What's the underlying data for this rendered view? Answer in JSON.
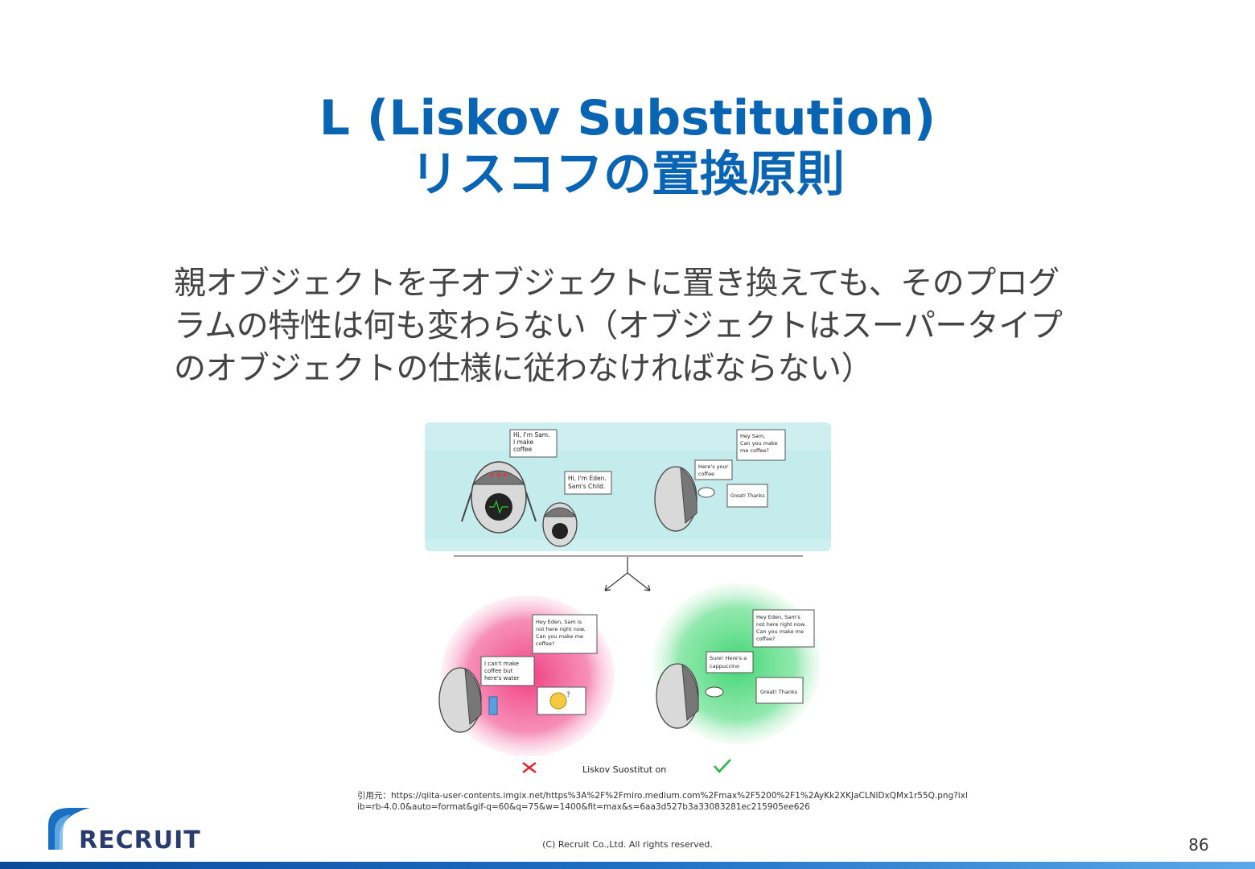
{
  "slide": {
    "title_line1": "L (Liskov Substitution)",
    "title_line2": "リスコフの置換原則",
    "body": "親オブジェクトを子オブジェクトに置き換えても、そのプログラムの特性は何も変わらない（オブジェクトはスーパータイプのオブジェクトの仕様に従わなければならない）",
    "citation": "引用元：https://qiita-user-contents.imgix.net/https%3A%2F%2Fmiro.medium.com%2Fmax%2F5200%2F1%2AyKk2XKJaCLNlDxQMx1r55Q.png?ixlib=rb-4.0.0&auto=format&gif-q=60&q=75&w=1400&fit=max&s=6aa3d527b3a33083281ec215905ee626",
    "copyright": "(C) Recruit Co.,Ltd. All rights reserved.",
    "page_number": "86",
    "logo_text": "RECRUIT"
  },
  "illustration": {
    "bubble_sam": [
      "Hi, I'm Sam.",
      "I make",
      "coffee"
    ],
    "bubble_eden": [
      "Hi, I'm Eden.",
      "Sam's Child."
    ],
    "bubble_request": [
      "Hey Sam,",
      "Can you make",
      "me coffee?"
    ],
    "bubble_heres": [
      "Here's your",
      "coffee"
    ],
    "bubble_thanks_top": "Great! Thanks",
    "bubble_bad_request": [
      "Hey Eden, Sam is",
      "not here right now.",
      "Can you make me",
      "coffee?"
    ],
    "bubble_bad_reply": [
      "I can't make",
      "coffee but",
      "here's water"
    ],
    "bubble_good_request": [
      "Hey Eden, Sam's",
      "not here right now.",
      "Can you make me",
      "coffee?"
    ],
    "bubble_good_reply": [
      "Sure! Here's a",
      "cappuccino"
    ],
    "bubble_good_thanks": "Great! Thanks",
    "caption": "Liskov Suostitut on",
    "colors": {
      "bad": "#f0357a",
      "good": "#35d36a",
      "sky": "#c9efef"
    }
  }
}
